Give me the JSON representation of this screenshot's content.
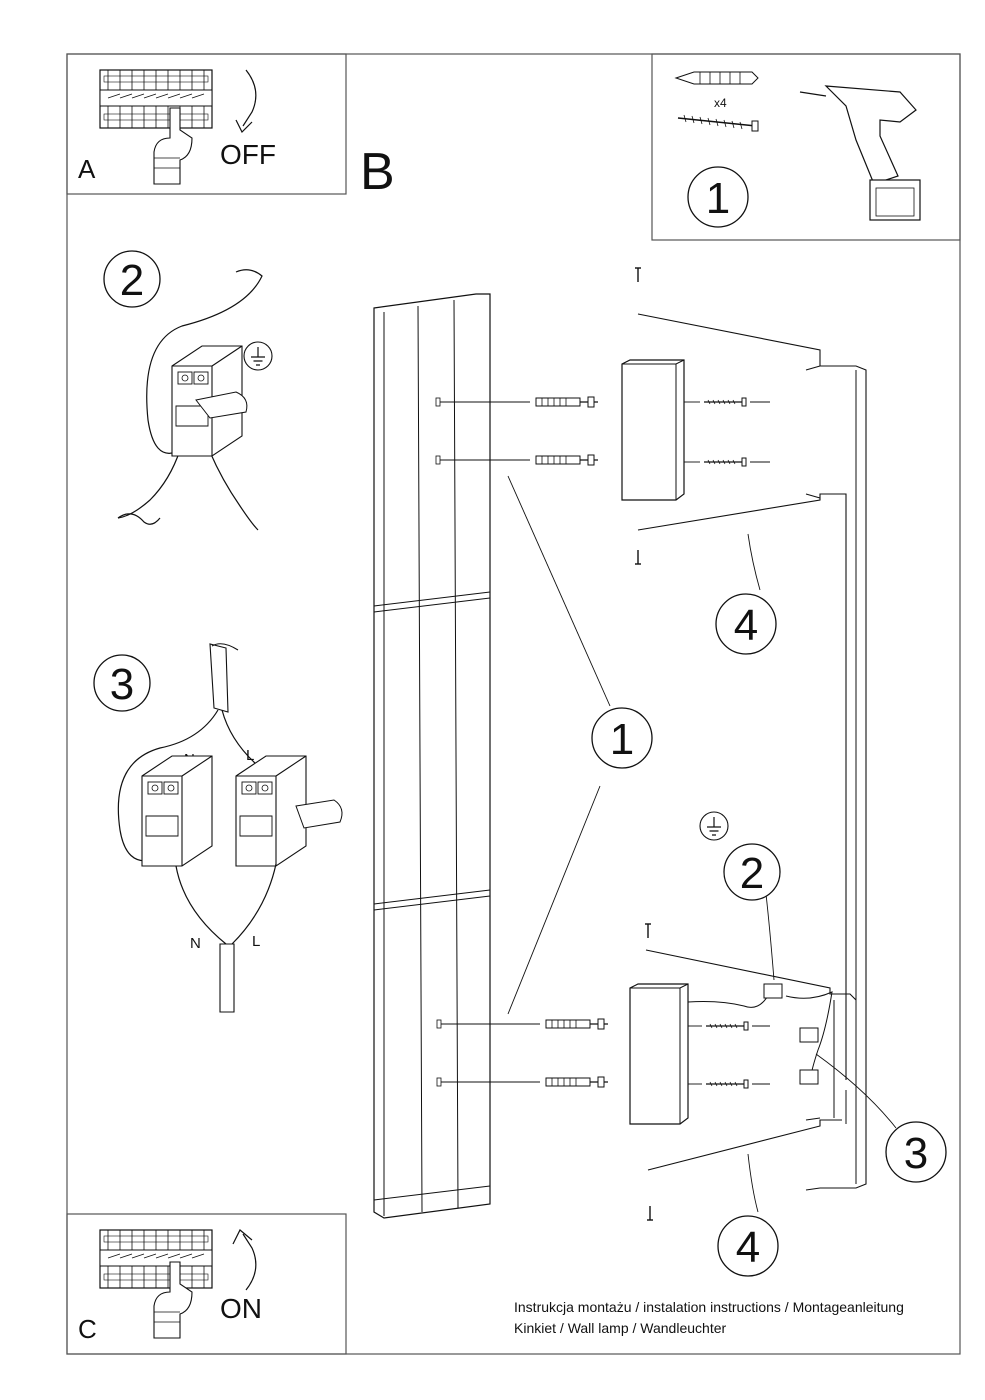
{
  "panels": {
    "a": {
      "label": "A",
      "action": "OFF"
    },
    "b": {
      "label": "B"
    },
    "c": {
      "label": "C",
      "action": "ON"
    }
  },
  "kit": {
    "quantity": "x4",
    "step": "1"
  },
  "wiring_steps": {
    "earth": "2",
    "connect": "3"
  },
  "wire_labels": {
    "neutral": "N",
    "live": "L"
  },
  "main_steps": {
    "mount": "1",
    "earth": "2",
    "connect": "3",
    "cover_top": "4",
    "cover_bottom": "4"
  },
  "footer": {
    "line1": "Instrukcja montażu / instalation instructions / Montageanleitung",
    "line2": "Kinkiet / Wall lamp / Wandleuchter"
  }
}
